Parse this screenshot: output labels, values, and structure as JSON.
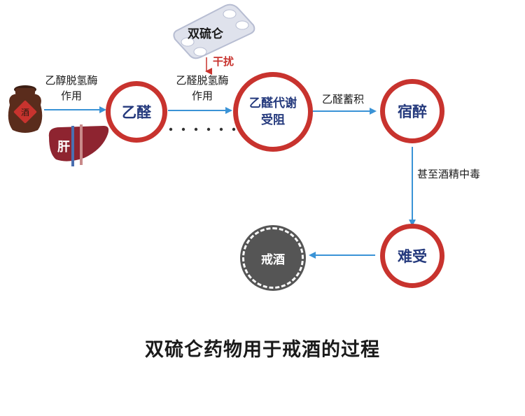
{
  "colors": {
    "ring": "#c8332e",
    "node_text": "#253a7d",
    "arrow": "#3a93d6",
    "interfere": "#c8332e",
    "quit_fill": "#555555",
    "liver": "#8e2430"
  },
  "icons": [
    "wine-jar-icon",
    "liver-icon",
    "pill-blister-icon"
  ],
  "drug": {
    "label": "双硫仑"
  },
  "interference": {
    "label": "干扰"
  },
  "liver": {
    "label": "肝"
  },
  "nodes": {
    "acetaldehyde": "乙醛",
    "blocked_line1": "乙醛代谢",
    "blocked_line2": "受阻",
    "hangover": "宿醉",
    "discomfort": "难受",
    "quit": "戒酒"
  },
  "edges": {
    "alcohol_dh_line1": "乙醇脱氢酶",
    "alcohol_dh_line2": "作用",
    "aldehyde_dh_line1": "乙醛脱氢酶",
    "aldehyde_dh_line2": "作用",
    "accumulation": "乙醛蓄积",
    "poisoning": "甚至酒精中毒"
  },
  "caption": "双硫仑药物用于戒酒的过程"
}
